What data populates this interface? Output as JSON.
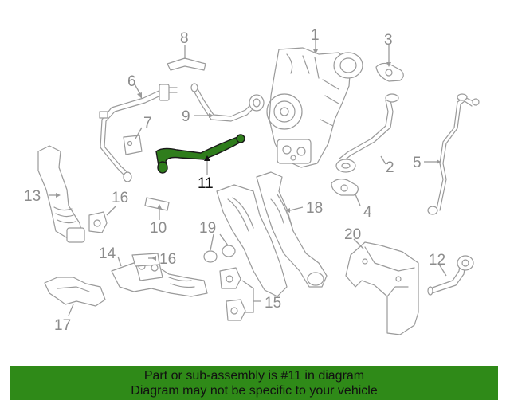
{
  "callouts": {
    "c1": "1",
    "c2": "2",
    "c3": "3",
    "c4": "4",
    "c5": "5",
    "c6": "6",
    "c7": "7",
    "c8": "8",
    "c9": "9",
    "c10": "10",
    "c11": "11",
    "c12": "12",
    "c13": "13",
    "c14": "14",
    "c15": "15",
    "c16a": "16",
    "c16b": "16",
    "c17": "17",
    "c18": "18",
    "c19": "19",
    "c20": "20"
  },
  "highlighted_part": "11",
  "colors": {
    "highlight": "#2f7d1c",
    "banner": "#2f8a18",
    "linework": "#9a9a9a"
  },
  "banner": {
    "line1": "Part or sub-assembly is #11 in diagram",
    "line2": "Diagram may not be specific to your vehicle"
  }
}
